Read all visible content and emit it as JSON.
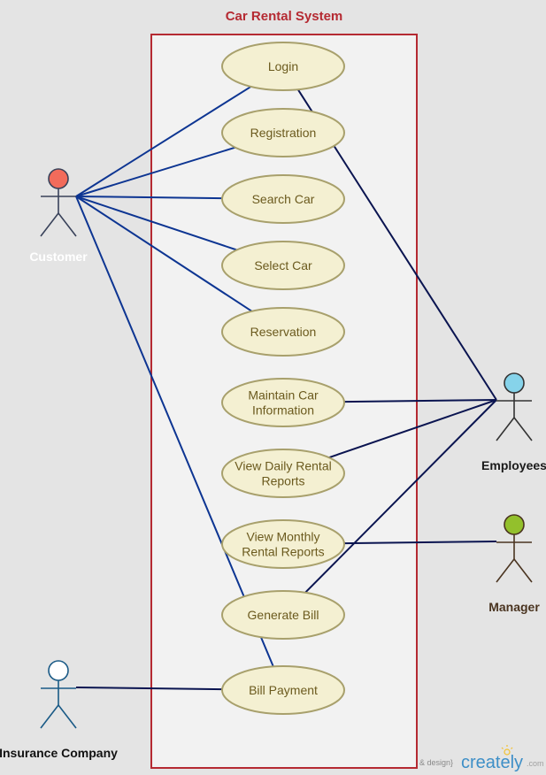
{
  "system": {
    "title": "Car Rental System"
  },
  "use_cases": [
    {
      "id": "login",
      "lines": [
        "Login"
      ]
    },
    {
      "id": "registration",
      "lines": [
        "Registration"
      ]
    },
    {
      "id": "search-car",
      "lines": [
        "Search Car"
      ]
    },
    {
      "id": "select-car",
      "lines": [
        "Select Car"
      ]
    },
    {
      "id": "reservation",
      "lines": [
        "Reservation"
      ]
    },
    {
      "id": "maintain-car-information",
      "lines": [
        "Maintain Car",
        "Information"
      ]
    },
    {
      "id": "view-daily-rental-reports",
      "lines": [
        "View Daily Rental",
        "Reports"
      ]
    },
    {
      "id": "view-monthly-rental-reports",
      "lines": [
        "View Monthly",
        "Rental Reports"
      ]
    },
    {
      "id": "generate-bill",
      "lines": [
        "Generate Bill"
      ]
    },
    {
      "id": "bill-payment",
      "lines": [
        "Bill Payment"
      ]
    }
  ],
  "actors": [
    {
      "id": "customer",
      "label": "Customer",
      "head_color": "#f26b5b",
      "label_color": "#ffffff"
    },
    {
      "id": "employees",
      "label": "Employees",
      "head_color": "#86d3ea",
      "label_color": "#1a1a1a"
    },
    {
      "id": "manager",
      "label": "Manager",
      "head_color": "#93c02c",
      "label_color": "#4a3420"
    },
    {
      "id": "insurance-company",
      "label": "Insurance Company",
      "head_color": "#ffffff",
      "label_color": "#111111"
    }
  ],
  "associations": [
    {
      "actor": "customer",
      "use_case": "login"
    },
    {
      "actor": "customer",
      "use_case": "registration"
    },
    {
      "actor": "customer",
      "use_case": "search-car"
    },
    {
      "actor": "customer",
      "use_case": "select-car"
    },
    {
      "actor": "customer",
      "use_case": "reservation"
    },
    {
      "actor": "customer",
      "use_case": "bill-payment"
    },
    {
      "actor": "employees",
      "use_case": "login"
    },
    {
      "actor": "employees",
      "use_case": "maintain-car-information"
    },
    {
      "actor": "employees",
      "use_case": "view-daily-rental-reports"
    },
    {
      "actor": "employees",
      "use_case": "generate-bill"
    },
    {
      "actor": "manager",
      "use_case": "view-monthly-rental-reports"
    },
    {
      "actor": "insurance-company",
      "use_case": "bill-payment"
    }
  ],
  "colors": {
    "background": "#e4e4e4",
    "boundary_stroke": "#b52a32",
    "boundary_fill": "#f2f2f2",
    "title": "#b52a32",
    "usecase_fill": "#f4f0d2",
    "usecase_stroke": "#a8a06c",
    "customer_line": "#0d3592",
    "other_line": "#0a1450"
  },
  "watermark": {
    "prefix": "& design}",
    "brand": "creately",
    "suffix": ".com"
  }
}
